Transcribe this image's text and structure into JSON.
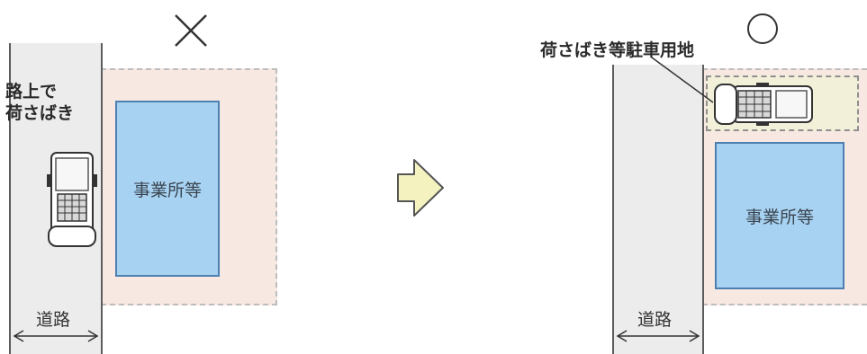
{
  "left": {
    "verdict_icon": "cross-icon",
    "road_label": "道路",
    "building_label": "事業所等",
    "note_line1": "路上で",
    "note_line2": "荷さばき"
  },
  "right": {
    "verdict_icon": "circle-icon",
    "road_label": "道路",
    "building_label": "事業所等",
    "parking_label": "荷さばき等駐車用地"
  },
  "arrow_icon": "right-arrow-icon",
  "colors": {
    "building": "#a8d2f2",
    "lot": "#f8e8e2",
    "road": "#ececec",
    "parking": "#f3f0da",
    "arrow": "#f4f3c0"
  }
}
